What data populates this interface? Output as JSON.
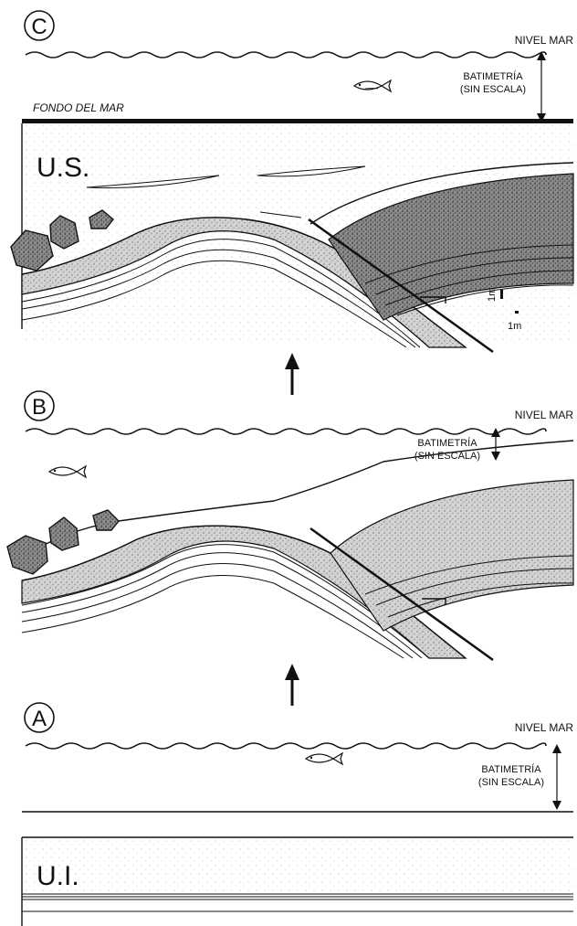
{
  "panels": {
    "c": {
      "letter": "C",
      "sea_level": "NIVEL MAR",
      "bathymetry_line1": "BATIMETRÍA",
      "bathymetry_line2": "(SIN ESCALA)",
      "seafloor": "FONDO DEL MAR",
      "unit": "U.S.",
      "scale_v": "1m",
      "scale_h": "1m"
    },
    "b": {
      "letter": "B",
      "sea_level": "NIVEL MAR",
      "bathymetry_line1": "BATIMETRÍA",
      "bathymetry_line2": "(SIN ESCALA)"
    },
    "a": {
      "letter": "A",
      "sea_level": "NIVEL MAR",
      "bathymetry_line1": "BATIMETRÍA",
      "bathymetry_line2": "(SIN ESCALA)",
      "unit": "U.I."
    }
  },
  "icons": [
    "fish-icon",
    "up-arrow-icon",
    "boulder-icon",
    "wave-icon"
  ],
  "colors": {
    "ink": "#111111",
    "shade_dark": "#5a5a5a",
    "shade_light": "#c8c8c8",
    "paper": "#ffffff"
  }
}
